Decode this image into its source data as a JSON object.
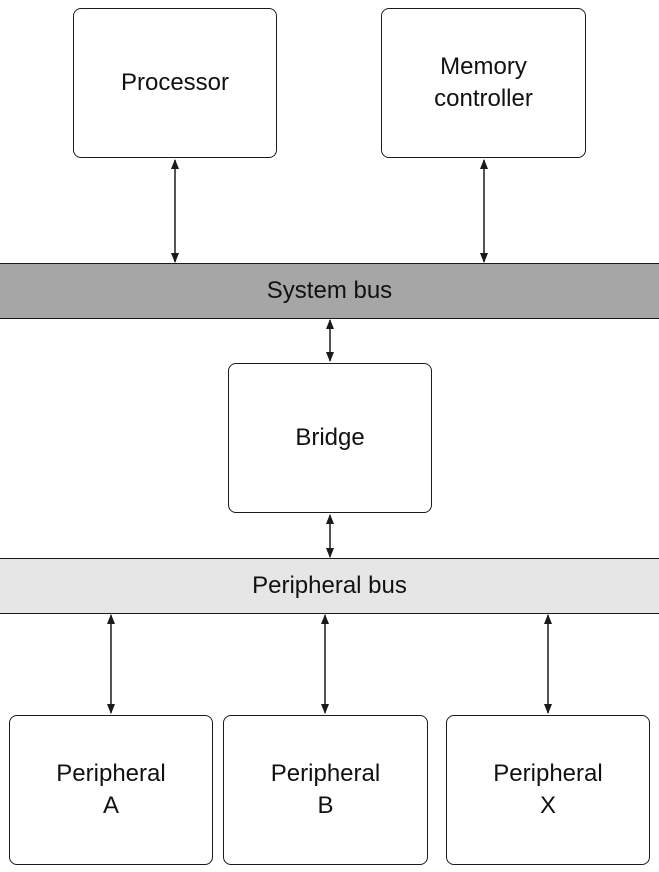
{
  "blocks": {
    "processor": {
      "label": "Processor"
    },
    "memory_controller": {
      "line1": "Memory",
      "line2": "controller"
    },
    "bridge": {
      "label": "Bridge"
    },
    "peripheral_a": {
      "line1": "Peripheral",
      "line2": "A"
    },
    "peripheral_b": {
      "line1": "Peripheral",
      "line2": "B"
    },
    "peripheral_x": {
      "line1": "Peripheral",
      "line2": "X"
    }
  },
  "buses": {
    "system": {
      "label": "System bus",
      "color": "#a6a6a6"
    },
    "peripheral": {
      "label": "Peripheral bus",
      "color": "#e6e6e6"
    }
  }
}
